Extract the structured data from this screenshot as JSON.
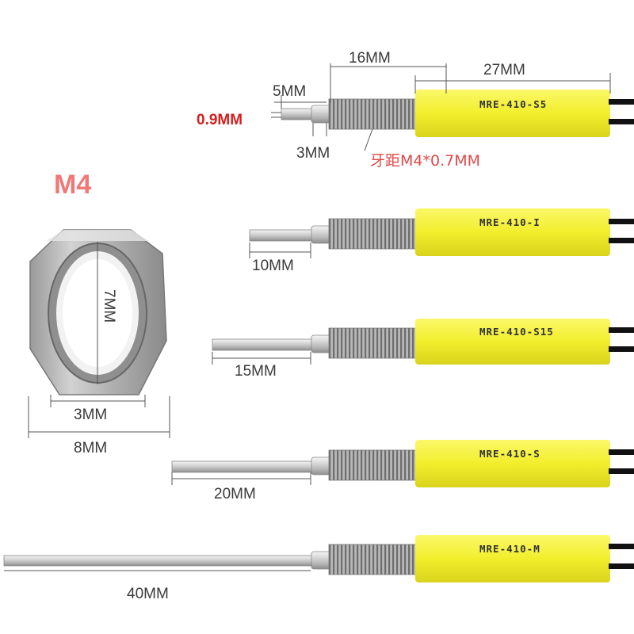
{
  "nut": {
    "title": "M4",
    "inner_height": "7MM",
    "inner_width": "3MM",
    "outer_width": "8MM"
  },
  "probe_top": {
    "tip_diameter": "0.9MM",
    "tip_length": "5MM",
    "collar": "3MM",
    "thread_length": "16MM",
    "sleeve_length": "27MM",
    "thread_pitch": "牙距M4*0.7MM",
    "model": "MRE-410-S5"
  },
  "probes": [
    {
      "model": "MRE-410-I",
      "length": "10MM"
    },
    {
      "model": "MRE-410-S15",
      "length": "15MM"
    },
    {
      "model": "MRE-410-S",
      "length": "20MM"
    },
    {
      "model": "MRE-410-M",
      "length": "40MM"
    }
  ],
  "colors": {
    "sleeve": "#f5f23a",
    "tip_text": "#d42020",
    "title": "#f27878"
  }
}
